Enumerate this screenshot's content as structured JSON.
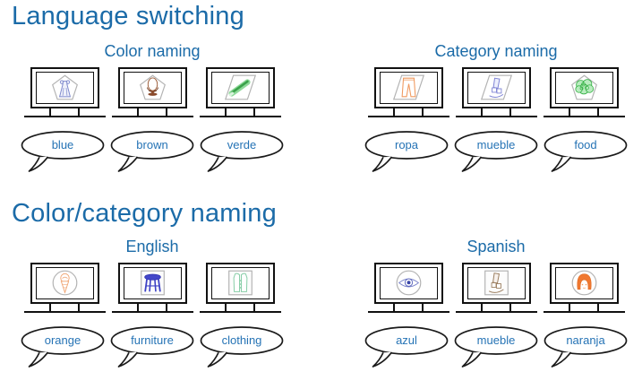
{
  "page": {
    "background": "#ffffff",
    "heading_color": "#1b6ba8",
    "bubble_text_color": "#2573b5",
    "monitor_outline_color": "#111111",
    "shape_outline_color": "#b3b3b3"
  },
  "sections": [
    {
      "title": "Language switching",
      "groups": [
        {
          "subtitle": "Color naming",
          "monitors": [
            {
              "shape": "pentagon",
              "object": "blue-dress"
            },
            {
              "shape": "pentagon",
              "object": "brown-egg-cup"
            },
            {
              "shape": "parallelogram",
              "object": "green-marker"
            }
          ],
          "bubbles": [
            "blue",
            "brown",
            "verde"
          ]
        },
        {
          "subtitle": "Category naming",
          "monitors": [
            {
              "shape": "parallelogram",
              "object": "orange-pants"
            },
            {
              "shape": "parallelogram",
              "object": "blue-rocking-chair"
            },
            {
              "shape": "pentagon",
              "object": "green-broccoli"
            }
          ],
          "bubbles": [
            "ropa",
            "mueble",
            "food"
          ]
        }
      ]
    },
    {
      "title": "Color/category naming",
      "groups": [
        {
          "subtitle": "English",
          "monitors": [
            {
              "shape": "circle",
              "object": "orange-ice-cream-cone"
            },
            {
              "shape": "square",
              "object": "blue-stool"
            },
            {
              "shape": "square",
              "object": "green-vest"
            }
          ],
          "bubbles": [
            "orange",
            "furniture",
            "clothing"
          ]
        },
        {
          "subtitle": "Spanish",
          "monitors": [
            {
              "shape": "circle",
              "object": "blue-eye"
            },
            {
              "shape": "square",
              "object": "brown-rocking-chair"
            },
            {
              "shape": "circle",
              "object": "orange-hair-face"
            }
          ],
          "bubbles": [
            "azul",
            "mueble",
            "naranja"
          ]
        }
      ]
    }
  ]
}
